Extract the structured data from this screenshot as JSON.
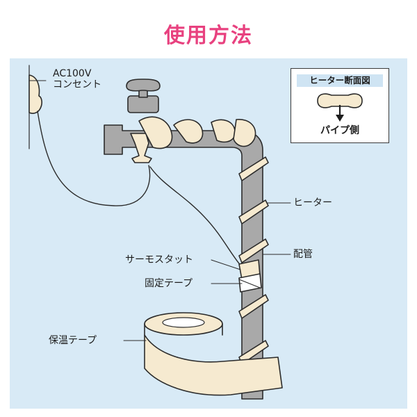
{
  "title": "使用方法",
  "labels": {
    "outlet": "AC100V\nコンセント",
    "heater": "ヒーター",
    "pipe": "配管",
    "thermostat": "サーモスタット",
    "fixing_tape": "固定テープ",
    "insulation_tape": "保温テープ"
  },
  "inset": {
    "title": "ヒーター断面図",
    "footer": "パイプ側"
  },
  "colors": {
    "title": "#e8417f",
    "background": "#d8eaf6",
    "pipe": "#a9a9a9",
    "heater": "#f6ead0",
    "outline": "#2b2b2b"
  }
}
